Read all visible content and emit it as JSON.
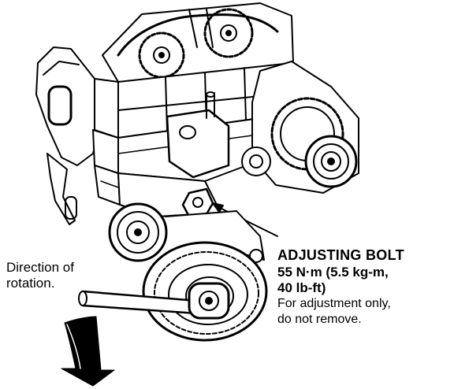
{
  "direction_label": {
    "line1": "Direction of",
    "line2": "rotation."
  },
  "callout": {
    "title": "ADJUSTING BOLT",
    "torque_line1": "55 N·m (5.5 kg-m,",
    "torque_line2": "40 lb-ft)",
    "note_line1": "For adjustment only,",
    "note_line2": "do not remove."
  }
}
